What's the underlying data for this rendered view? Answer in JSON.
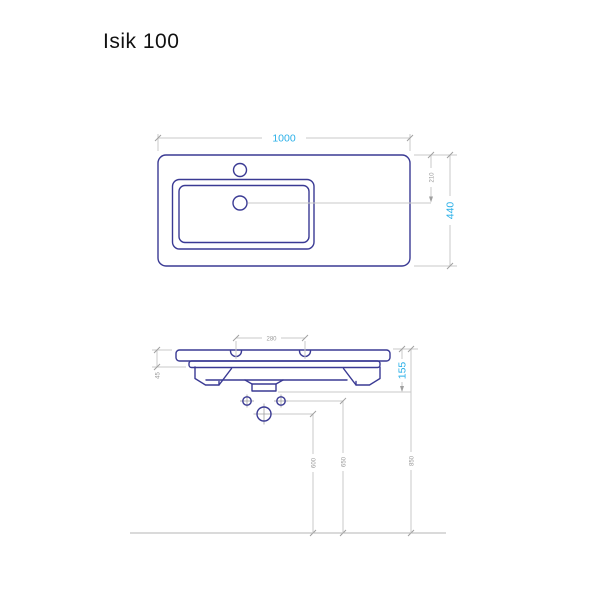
{
  "title": "Isik 100",
  "colors": {
    "outline": "#3a3a94",
    "dim_line": "#c9c9c9",
    "dim_tick": "#a0a0a0",
    "dim_text_primary": "#2bb0e8",
    "dim_text_secondary": "#999999",
    "floor_line": "#b5b5b5",
    "title_color": "#111111",
    "background": "#ffffff"
  },
  "top_view": {
    "dim_width": "1000",
    "dim_depth": "440",
    "dim_drain_offset": "210"
  },
  "front_view": {
    "dim_hole_spacing": "280",
    "dim_slab_thickness": "45",
    "dim_body_height": "155",
    "dim_siphon_height": "600",
    "dim_outlet_height": "650",
    "dim_rim_height": "850"
  }
}
